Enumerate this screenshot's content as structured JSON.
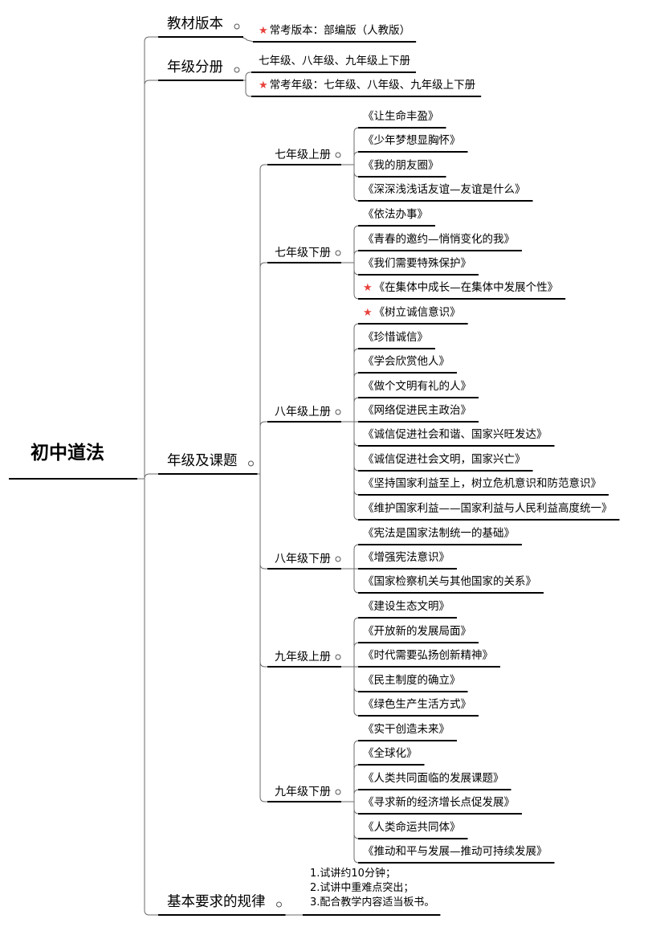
{
  "root": {
    "label": "初中道法"
  },
  "branches": {
    "textbook": {
      "label": "教材版本",
      "items": [
        {
          "text": "常考版本：部编版（人教版）",
          "starred": true
        }
      ]
    },
    "grades": {
      "label": "年级分册",
      "items": [
        {
          "text": "七年级、八年级、九年级上下册",
          "starred": false
        },
        {
          "text": "常考年级：七年级、八年级、九年级上下册",
          "starred": true
        }
      ]
    },
    "lessons": {
      "label": "年级及课题",
      "volumes": [
        {
          "label": "七年级上册",
          "lessons": [
            {
              "text": "《让生命丰盈》",
              "starred": false
            },
            {
              "text": "《少年梦想显胸怀》",
              "starred": false
            },
            {
              "text": "《我的朋友圈》",
              "starred": false
            },
            {
              "text": "《深深浅浅话友谊—友谊是什么》",
              "starred": false
            }
          ]
        },
        {
          "label": "七年级下册",
          "lessons": [
            {
              "text": "《依法办事》",
              "starred": false
            },
            {
              "text": "《青春的邀约—悄悄变化的我》",
              "starred": false
            },
            {
              "text": "《我们需要特殊保护》",
              "starred": false
            },
            {
              "text": "《在集体中成长—在集体中发展个性》",
              "starred": true
            }
          ]
        },
        {
          "label": "八年级上册",
          "lessons": [
            {
              "text": "《树立诚信意识》",
              "starred": true
            },
            {
              "text": "《珍惜诚信》",
              "starred": false
            },
            {
              "text": "《学会欣赏他人》",
              "starred": false
            },
            {
              "text": "《做个文明有礼的人》",
              "starred": false
            },
            {
              "text": "《网络促进民主政治》",
              "starred": false
            },
            {
              "text": "《诚信促进社会和谐、国家兴旺发达》",
              "starred": false
            },
            {
              "text": "《诚信促进社会文明，国家兴亡》",
              "starred": false
            },
            {
              "text": "《坚持国家利益至上，树立危机意识和防范意识》",
              "starred": false
            },
            {
              "text": "《维护国家利益——国家利益与人民利益高度统一》",
              "starred": false
            }
          ]
        },
        {
          "label": "八年级下册",
          "lessons": [
            {
              "text": "《宪法是国家法制统一的基础》",
              "starred": false
            },
            {
              "text": "《增强宪法意识》",
              "starred": false
            },
            {
              "text": "《国家检察机关与其他国家的关系》",
              "starred": false
            }
          ]
        },
        {
          "label": "九年级上册",
          "lessons": [
            {
              "text": "《建设生态文明》",
              "starred": false
            },
            {
              "text": "《开放新的发展局面》",
              "starred": false
            },
            {
              "text": "《时代需要弘扬创新精神》",
              "starred": false
            },
            {
              "text": "《民主制度的确立》",
              "starred": false
            },
            {
              "text": "《绿色生产生活方式》",
              "starred": false
            }
          ]
        },
        {
          "label": "九年级下册",
          "lessons": [
            {
              "text": "《实干创造未来》",
              "starred": false
            },
            {
              "text": "《全球化》",
              "starred": false
            },
            {
              "text": "《人类共同面临的发展课题》",
              "starred": false
            },
            {
              "text": "《寻求新的经济增长点促发展》",
              "starred": false
            },
            {
              "text": "《人类命运共同体》",
              "starred": false
            },
            {
              "text": "《推动和平与发展—推动可持续发展》",
              "starred": false
            }
          ]
        }
      ]
    },
    "requirements": {
      "label": "基本要求的规律",
      "lines": [
        "1.试讲约10分钟；",
        "2.试讲中重难点突出；",
        "3.配合教学内容适当板书。"
      ]
    }
  }
}
